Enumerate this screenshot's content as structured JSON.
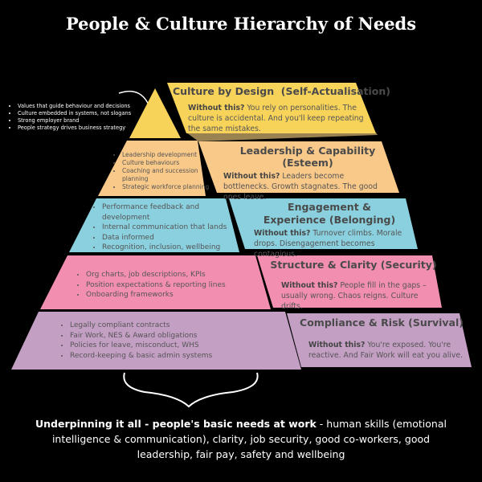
{
  "title": "People & Culture Hierarchy of Needs",
  "apex_bullets": [
    "Values that guide behaviour and decisions",
    "Culture embedded in systems, not slogans",
    "Strong employer brand",
    "People strategy drives business strategy"
  ],
  "layers": [
    {
      "name": "Culture by Design  (Self-Actualisation)",
      "color": "#f7d35a",
      "without": "Without this?",
      "consequence": " You rely on personalities. The culture is accidental. And you'll keep repeating the same mistakes.",
      "bullets": []
    },
    {
      "name": "Leadership & Capability (Esteem)",
      "color": "#f9c98a",
      "without": "Without this?",
      "consequence": " Leaders become bottlenecks. Growth stagnates. The good ones leave.",
      "bullets": [
        "Leadership development",
        "Culture behaviours",
        "Coaching and succession planning",
        "Strategic workforce planning"
      ]
    },
    {
      "name": "Engagement & Experience (Belonging)",
      "color": "#8ad0de",
      "without": "Without this?",
      "consequence": " Turnover climbs. Morale drops. Disengagement becomes contagious.",
      "bullets": [
        "Performance feedback and development",
        "Internal communication that lands",
        "Data informed",
        "Recognition, inclusion, wellbeing"
      ]
    },
    {
      "name": "Structure & Clarity (Security)",
      "color": "#f28fb0",
      "without": "Without this?",
      "consequence": " People fill in the gaps – usually wrong. Chaos reigns. Culture drifts.",
      "bullets": [
        "Org charts, job descriptions, KPIs",
        "Position expectations & reporting lines",
        "Onboarding frameworks"
      ]
    },
    {
      "name": "Compliance & Risk (Survival)",
      "color": "#c49fc4",
      "without": "Without this?",
      "consequence": " You're exposed. You're reactive. And Fair Work will eat you alive.",
      "bullets": [
        "Legally compliant contracts",
        "Fair Work, NES & Award obligations",
        "Policies for leave, misconduct, WHS",
        "Record-keeping & basic admin systems"
      ]
    }
  ],
  "footer": {
    "bold": "Underpinning it all - people's basic needs at work",
    "rest": " - human skills (emotional intelligence & communication), clarity, job security, good co-workers, good leadership, fair pay, safety and wellbeing"
  }
}
